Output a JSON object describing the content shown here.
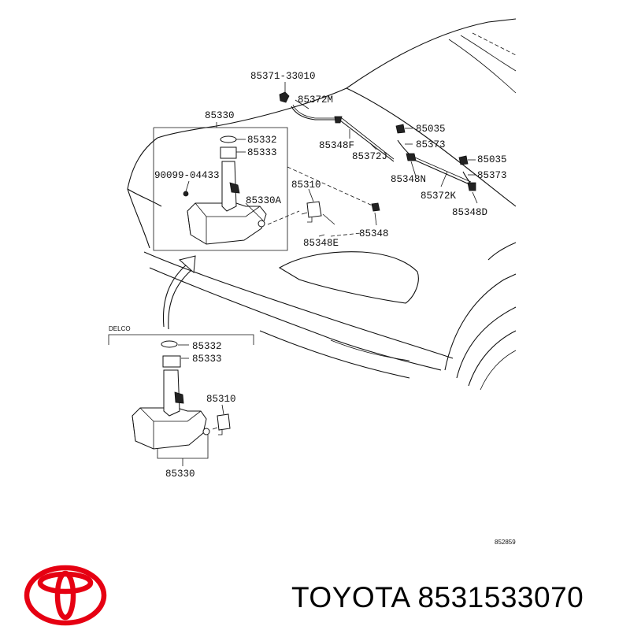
{
  "labels": {
    "p85371_33010": "85371-33010",
    "p85372M": "85372M",
    "p85330_top": "85330",
    "p85332_top": "85332",
    "p85333_top": "85333",
    "p90099_04433": "90099-04433",
    "p85310_top": "85310",
    "p85330A": "85330A",
    "p85348F": "85348F",
    "p85372J": "85372J",
    "p85035_a": "85035",
    "p85373_a": "85373",
    "p85035_b": "85035",
    "p85373_b": "85373",
    "p85348N": "85348N",
    "p85372K": "85372K",
    "p85348D": "85348D",
    "p85348": "85348",
    "p85348E": "85348E",
    "delco": "DELCO",
    "p85332_bot": "85332",
    "p85333_bot": "85333",
    "p85310_bot": "85310",
    "p85330_bot": "85330",
    "diagram_id": "852859"
  },
  "brand": {
    "text": "TOYOTA 8531533070",
    "logo_color": "#e60012"
  }
}
